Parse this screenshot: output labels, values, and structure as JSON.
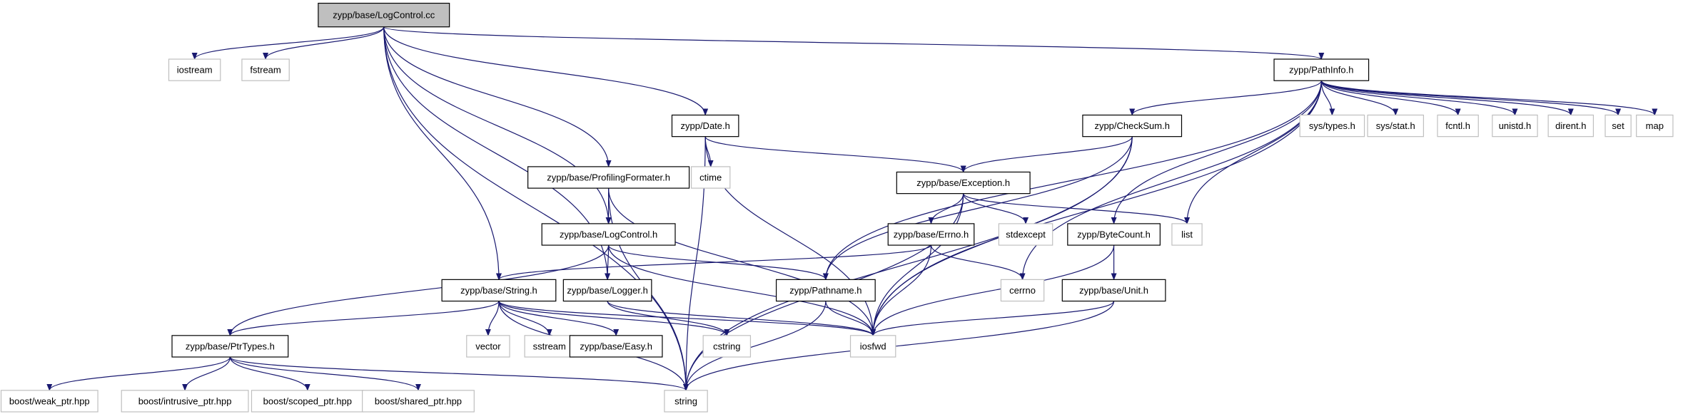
{
  "colors": {
    "edge": "#191970",
    "node_border_primary": "#000000",
    "node_border_external": "#bfbfbf",
    "root_fill": "#bfbfbf",
    "node_fill": "#ffffff",
    "text": "#000000"
  },
  "nodes": {
    "root": {
      "label": "zypp/base/LogControl.cc",
      "kind": "root"
    },
    "iostream": {
      "label": "iostream",
      "kind": "external"
    },
    "fstream": {
      "label": "fstream",
      "kind": "external"
    },
    "date": {
      "label": "zypp/Date.h",
      "kind": "primary"
    },
    "ctime": {
      "label": "ctime",
      "kind": "external"
    },
    "profiling": {
      "label": "zypp/base/ProfilingFormater.h",
      "kind": "primary"
    },
    "logcontrol_h": {
      "label": "zypp/base/LogControl.h",
      "kind": "primary"
    },
    "pathinfo": {
      "label": "zypp/PathInfo.h",
      "kind": "primary"
    },
    "checksum": {
      "label": "zypp/CheckSum.h",
      "kind": "primary"
    },
    "exception": {
      "label": "zypp/base/Exception.h",
      "kind": "primary"
    },
    "errno": {
      "label": "zypp/base/Errno.h",
      "kind": "primary"
    },
    "stdexcept": {
      "label": "stdexcept",
      "kind": "external"
    },
    "bytecount": {
      "label": "zypp/ByteCount.h",
      "kind": "primary"
    },
    "list": {
      "label": "list",
      "kind": "external"
    },
    "cerrno": {
      "label": "cerrno",
      "kind": "external"
    },
    "unit": {
      "label": "zypp/base/Unit.h",
      "kind": "primary"
    },
    "string_h": {
      "label": "zypp/base/String.h",
      "kind": "primary"
    },
    "logger": {
      "label": "zypp/base/Logger.h",
      "kind": "primary"
    },
    "pathname": {
      "label": "zypp/Pathname.h",
      "kind": "primary"
    },
    "vector": {
      "label": "vector",
      "kind": "external"
    },
    "sstream": {
      "label": "sstream",
      "kind": "external"
    },
    "easy": {
      "label": "zypp/base/Easy.h",
      "kind": "primary"
    },
    "cstring": {
      "label": "cstring",
      "kind": "external"
    },
    "iosfwd": {
      "label": "iosfwd",
      "kind": "external"
    },
    "ptrtypes": {
      "label": "zypp/base/PtrTypes.h",
      "kind": "primary"
    },
    "weak_ptr": {
      "label": "boost/weak_ptr.hpp",
      "kind": "external"
    },
    "intrusive_ptr": {
      "label": "boost/intrusive_ptr.hpp",
      "kind": "external"
    },
    "scoped_ptr": {
      "label": "boost/scoped_ptr.hpp",
      "kind": "external"
    },
    "shared_ptr": {
      "label": "boost/shared_ptr.hpp",
      "kind": "external"
    },
    "string": {
      "label": "string",
      "kind": "external"
    },
    "sys_types": {
      "label": "sys/types.h",
      "kind": "external"
    },
    "sys_stat": {
      "label": "sys/stat.h",
      "kind": "external"
    },
    "fcntl": {
      "label": "fcntl.h",
      "kind": "external"
    },
    "unistd": {
      "label": "unistd.h",
      "kind": "external"
    },
    "dirent": {
      "label": "dirent.h",
      "kind": "external"
    },
    "set": {
      "label": "set",
      "kind": "external"
    },
    "map": {
      "label": "map",
      "kind": "external"
    }
  },
  "edges": [
    [
      "root",
      "iostream"
    ],
    [
      "root",
      "fstream"
    ],
    [
      "root",
      "date"
    ],
    [
      "root",
      "profiling"
    ],
    [
      "root",
      "logcontrol_h"
    ],
    [
      "root",
      "pathinfo"
    ],
    [
      "root",
      "string_h"
    ],
    [
      "root",
      "logger"
    ],
    [
      "root",
      "string"
    ],
    [
      "date",
      "ctime"
    ],
    [
      "date",
      "exception"
    ],
    [
      "date",
      "iosfwd"
    ],
    [
      "date",
      "string"
    ],
    [
      "profiling",
      "logcontrol_h"
    ],
    [
      "profiling",
      "iosfwd"
    ],
    [
      "profiling",
      "string"
    ],
    [
      "logcontrol_h",
      "logger"
    ],
    [
      "logcontrol_h",
      "pathname"
    ],
    [
      "logcontrol_h",
      "ptrtypes"
    ],
    [
      "logcontrol_h",
      "iosfwd"
    ],
    [
      "pathinfo",
      "checksum"
    ],
    [
      "pathinfo",
      "pathname"
    ],
    [
      "pathinfo",
      "bytecount"
    ],
    [
      "pathinfo",
      "list"
    ],
    [
      "pathinfo",
      "iosfwd"
    ],
    [
      "pathinfo",
      "sys_types"
    ],
    [
      "pathinfo",
      "sys_stat"
    ],
    [
      "pathinfo",
      "fcntl"
    ],
    [
      "pathinfo",
      "unistd"
    ],
    [
      "pathinfo",
      "dirent"
    ],
    [
      "pathinfo",
      "set"
    ],
    [
      "pathinfo",
      "map"
    ],
    [
      "pathinfo",
      "cerrno"
    ],
    [
      "checksum",
      "exception"
    ],
    [
      "checksum",
      "pathname"
    ],
    [
      "checksum",
      "iosfwd"
    ],
    [
      "checksum",
      "string"
    ],
    [
      "exception",
      "errno"
    ],
    [
      "exception",
      "stdexcept"
    ],
    [
      "exception",
      "list"
    ],
    [
      "exception",
      "iosfwd"
    ],
    [
      "exception",
      "string"
    ],
    [
      "errno",
      "cerrno"
    ],
    [
      "errno",
      "string_h"
    ],
    [
      "errno",
      "iosfwd"
    ],
    [
      "bytecount",
      "unit"
    ],
    [
      "bytecount",
      "iosfwd"
    ],
    [
      "unit",
      "iosfwd"
    ],
    [
      "unit",
      "string"
    ],
    [
      "string_h",
      "ptrtypes"
    ],
    [
      "string_h",
      "vector"
    ],
    [
      "string_h",
      "sstream"
    ],
    [
      "string_h",
      "easy"
    ],
    [
      "string_h",
      "cstring"
    ],
    [
      "string_h",
      "iosfwd"
    ],
    [
      "string_h",
      "string"
    ],
    [
      "logger",
      "cstring"
    ],
    [
      "logger",
      "iosfwd"
    ],
    [
      "pathname",
      "iosfwd"
    ],
    [
      "pathname",
      "string"
    ],
    [
      "ptrtypes",
      "weak_ptr"
    ],
    [
      "ptrtypes",
      "intrusive_ptr"
    ],
    [
      "ptrtypes",
      "scoped_ptr"
    ],
    [
      "ptrtypes",
      "shared_ptr"
    ],
    [
      "ptrtypes",
      "string"
    ]
  ]
}
